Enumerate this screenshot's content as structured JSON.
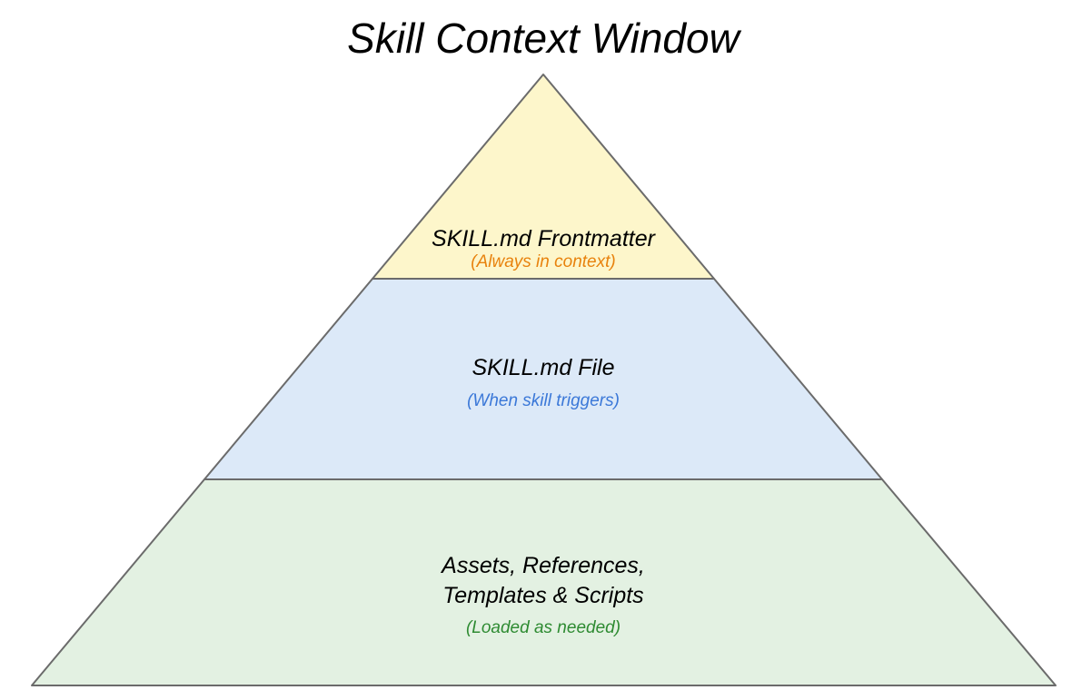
{
  "title": "Skill Context Window",
  "pyramid": {
    "stroke_color": "#6b6b6b",
    "tiers": [
      {
        "name": "frontmatter",
        "label_lines": [
          "SKILL.md Frontmatter"
        ],
        "caption": "(Always in context)",
        "fill": "#FDF6CB",
        "caption_color": "#E8820D"
      },
      {
        "name": "skill-md-file",
        "label_lines": [
          "SKILL.md File"
        ],
        "caption": "(When skill triggers)",
        "fill": "#DCE9F8",
        "caption_color": "#3B78D8"
      },
      {
        "name": "assets",
        "label_lines": [
          "Assets, References,",
          "Templates & Scripts"
        ],
        "caption": "(Loaded as needed)",
        "fill": "#E3F1E2",
        "caption_color": "#2E8B32"
      }
    ]
  }
}
